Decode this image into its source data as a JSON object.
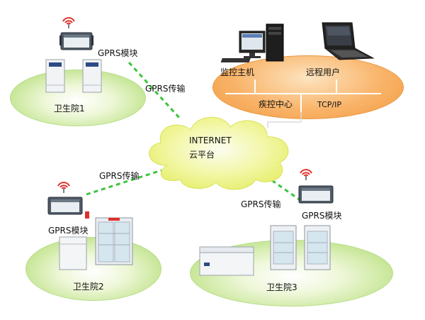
{
  "cloud": {
    "line1": "INTERNET",
    "line2": "云平台"
  },
  "center": {
    "monitor_host": "监控主机",
    "remote_user": "远程用户",
    "cdc": "疾控中心",
    "protocol": "TCP/IP"
  },
  "site1": {
    "module": "GPRS模块",
    "link": "GPRS传输",
    "name": "卫生院1"
  },
  "site2": {
    "module": "GPRS模块",
    "link": "GPRS传输",
    "name": "卫生院2"
  },
  "site3": {
    "module": "GPRS模块",
    "link": "GPRS传输",
    "name": "卫生院3"
  },
  "colors": {
    "link_green": "#3fc43f",
    "cloud_fill": "#f1f58a",
    "signal_red": "#e0302a",
    "platform_orange": "#f4a24a",
    "site_green": "#c9e79a"
  }
}
